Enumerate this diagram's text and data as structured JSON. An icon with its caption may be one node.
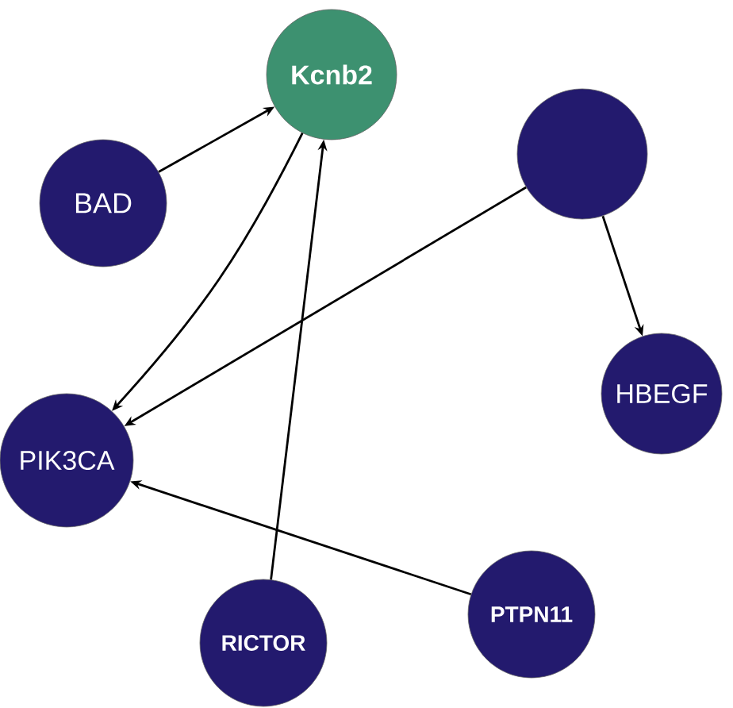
{
  "diagram": {
    "nodes": [
      {
        "text": [
          "Kcnb2"
        ]
      },
      {
        "text": [
          "BAD"
        ]
      },
      {
        "text": [],
        "shape": "circle"
      },
      {
        "text": [
          "HBEGF"
        ]
      },
      {
        "text": [
          "PIK3CA"
        ]
      },
      {
        "text": [
          "RICTOR"
        ]
      },
      {
        "text": [
          "PTPN11"
        ]
      }
    ],
    "edges": [
      {
        "from": 1,
        "to": 0,
        "arrow": "to"
      },
      {
        "from": 0,
        "to": 4,
        "arrow": "to"
      },
      {
        "from": 5,
        "to": 0,
        "arrow": "to"
      },
      {
        "from": 2,
        "to": 4,
        "arrow": "to"
      },
      {
        "from": 2,
        "to": 3,
        "arrow": "to"
      },
      {
        "from": 6,
        "to": 4,
        "arrow": "to"
      }
    ]
  }
}
